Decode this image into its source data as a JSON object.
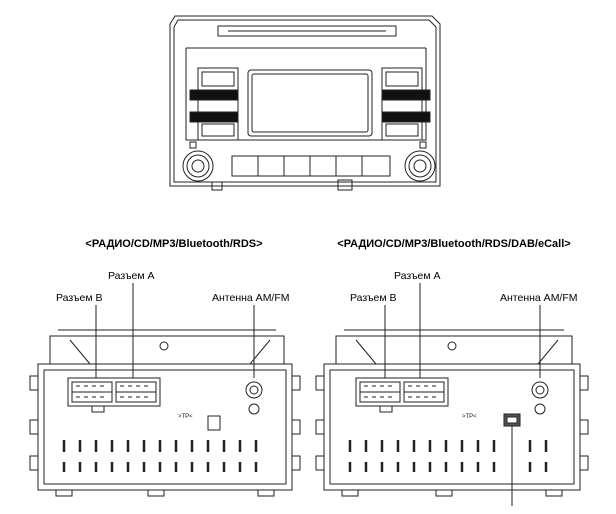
{
  "captions": {
    "left": "<РАДИО/CD/MP3/Bluetooth/RDS>",
    "right": "<РАДИО/CD/MP3/Bluetooth/RDS/DAB/eCall>"
  },
  "left_unit": {
    "connector_a": "Разъем A",
    "connector_b": "Разъем B",
    "antenna": "Антенна AM/FM"
  },
  "right_unit": {
    "connector_a": "Разъем A",
    "connector_b": "Разъем B",
    "antenna": "Антенна AM/FM"
  },
  "colors": {
    "line": "#222222",
    "background": "#ffffff"
  }
}
